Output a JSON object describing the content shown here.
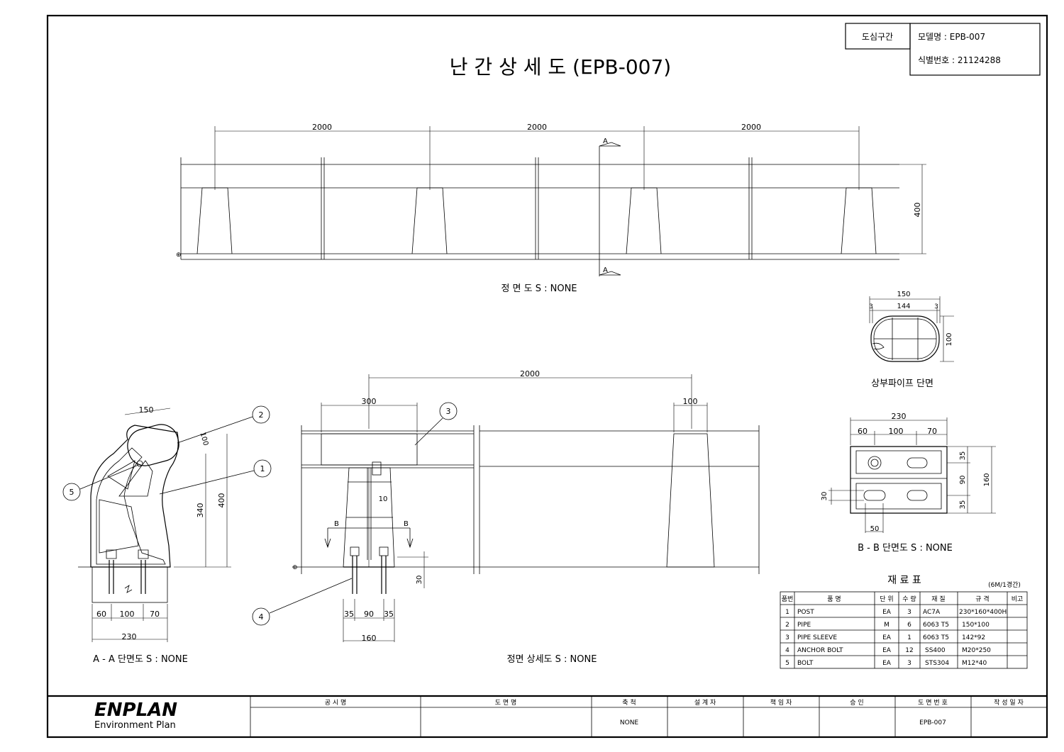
{
  "header": {
    "title": "난 간 상 세 도 (EPB-007)",
    "section_label": "도심구간",
    "model_label": "모델명 : EPB-007",
    "id_label": "식별번호 : 21124288"
  },
  "front_view": {
    "caption": "정 면 도  S : NONE",
    "spans": [
      "2000",
      "2000",
      "2000"
    ],
    "height": "400",
    "section_mark": "A"
  },
  "pipe_section": {
    "caption": "상부파이프 단면",
    "width": "150",
    "inner": "144",
    "wall_left": "3",
    "wall_right": "3",
    "height": "100"
  },
  "aa_section": {
    "caption": "A - A 단면도 S : NONE",
    "dims": {
      "top": "150",
      "pipe": "100",
      "h340": "340",
      "h400": "400",
      "d60": "60",
      "d100": "100",
      "d70": "70",
      "d230": "230"
    },
    "callouts": [
      "1",
      "2",
      "5"
    ]
  },
  "detail_view": {
    "caption": "정면 상세도 S : NONE",
    "dims": {
      "span": "2000",
      "w300": "300",
      "w100": "100",
      "t10": "10",
      "h30": "30",
      "a35": "35",
      "a90": "90",
      "b35": "35",
      "w160": "160"
    },
    "section_mark": "B",
    "callouts": [
      "3",
      "4"
    ]
  },
  "bb_section": {
    "caption": "B - B 단면도 S : NONE",
    "dims": {
      "w230": "230",
      "d60": "60",
      "d100": "100",
      "d70": "70",
      "h35a": "35",
      "h90": "90",
      "h35b": "35",
      "h160": "160",
      "h30": "30",
      "w50": "50"
    }
  },
  "materials": {
    "title": "재  료  표",
    "note": "(6M/1경간)",
    "headers": [
      "품번",
      "품    명",
      "단 위",
      "수 량",
      "재    질",
      "규    격",
      "비고"
    ],
    "rows": [
      [
        "1",
        "POST",
        "EA",
        "3",
        "AC7A",
        "230*160*400H",
        ""
      ],
      [
        "2",
        "PIPE",
        "M",
        "6",
        "6063 T5",
        "150*100",
        ""
      ],
      [
        "3",
        "PIPE SLEEVE",
        "EA",
        "1",
        "6063 T5",
        "142*92",
        ""
      ],
      [
        "4",
        "ANCHOR BOLT",
        "EA",
        "12",
        "SS400",
        "M20*250",
        ""
      ],
      [
        "5",
        "BOLT",
        "EA",
        "3",
        "STS304",
        "M12*40",
        ""
      ]
    ]
  },
  "title_block": {
    "logo": "ENPLAN",
    "logo_sub": "Environment Plan",
    "headers": [
      "공    시    명",
      "도    면    명",
      "축    척",
      "설  계  자",
      "책  임  자",
      "승    인",
      "도 면 번 호",
      "작 성 일 자"
    ],
    "values": [
      "",
      "",
      "NONE",
      "",
      "",
      "",
      "EPB-007",
      ""
    ]
  }
}
